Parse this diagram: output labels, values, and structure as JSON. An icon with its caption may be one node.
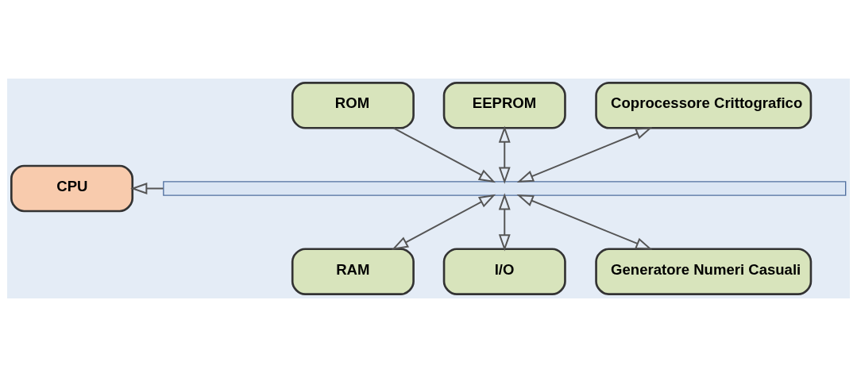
{
  "diagram": {
    "nodes": [
      {
        "text": [
          "ROM"
        ]
      },
      {
        "text": [
          "EEPROM"
        ]
      },
      {
        "text": [
          "Coprocessore Crittografico"
        ]
      },
      {
        "text": [
          "CPU"
        ]
      },
      {
        "text": [],
        "shape": "bar"
      },
      {
        "text": [
          "RAM"
        ]
      },
      {
        "text": [
          "I/O"
        ]
      },
      {
        "text": [
          "Generatore Numeri Casuali"
        ]
      }
    ],
    "edges": [
      {
        "from": 0,
        "to": 4,
        "arrow": "to"
      },
      {
        "from": 1,
        "to": 4,
        "arrow": "both"
      },
      {
        "from": 2,
        "to": 4,
        "arrow": "both"
      },
      {
        "from": 4,
        "to": 3,
        "arrow": "to"
      },
      {
        "from": 4,
        "to": 5,
        "arrow": "both"
      },
      {
        "from": 4,
        "to": 6,
        "arrow": "both"
      },
      {
        "from": 4,
        "to": 7,
        "arrow": "both"
      }
    ]
  }
}
